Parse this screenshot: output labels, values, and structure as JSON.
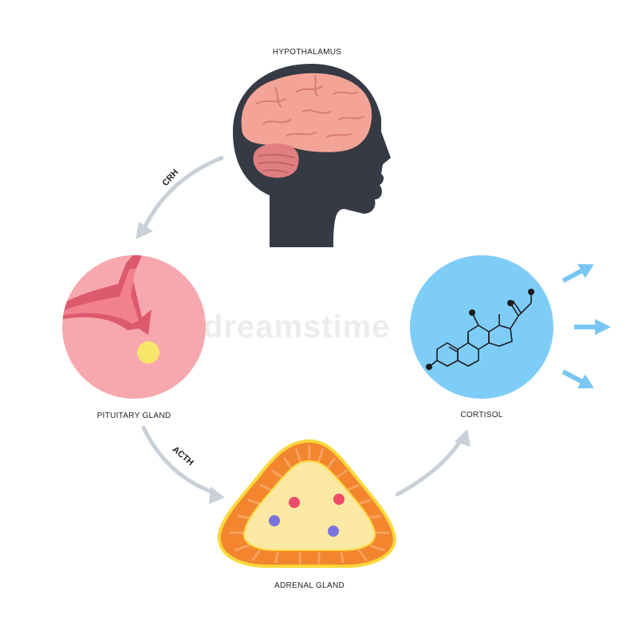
{
  "labels": {
    "hypothalamus": "HYPOTHALAMUS",
    "pituitary": "PITUITARY GLAND",
    "cortisol": "CORTISOL",
    "adrenal": "ADRENAL GLAND"
  },
  "arrows": {
    "crh": "CRH",
    "acth": "ACTH"
  },
  "watermark": "dreamstime",
  "colors": {
    "head": "#363a44",
    "brain": "#f4a497",
    "cerebellum": "#e07e82",
    "pituitary_bg": "#f7a8ae",
    "pituitary_gland": "#f8e66a",
    "cortisol_bg": "#7ecdf9",
    "cortisol_arrows": "#79c6f3",
    "adrenal_outer": "#f3852f",
    "adrenal_inner": "#fbe8a2",
    "cycle_arrows": "#c9d0d8",
    "dot_red": "#ef4a6a",
    "dot_blue": "#7a74e0"
  }
}
